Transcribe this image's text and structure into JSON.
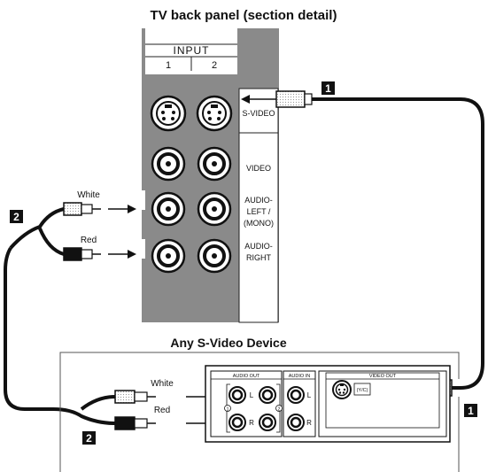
{
  "title": "TV back panel (section detail)",
  "device_title": "Any S-Video Device",
  "tv_panel": {
    "input_header": "INPUT",
    "col1": "1",
    "col2": "2",
    "svideo_label": "S-VIDEO",
    "video_label": "VIDEO",
    "audio_left_l1": "AUDIO-",
    "audio_left_l2": "LEFT /",
    "audio_left_l3": "(MONO)",
    "audio_right_l1": "AUDIO-",
    "audio_right_l2": "RIGHT"
  },
  "device_panel": {
    "audio_out": "AUDIO OUT",
    "audio_in": "AUDIO IN",
    "video_out": "VIDEO OUT",
    "yc": "(Y/C)",
    "L": "L",
    "R": "R",
    "num1": "1",
    "num2": "2"
  },
  "cables": {
    "white": "White",
    "red": "Red",
    "badge1": "1",
    "badge2": "2"
  }
}
